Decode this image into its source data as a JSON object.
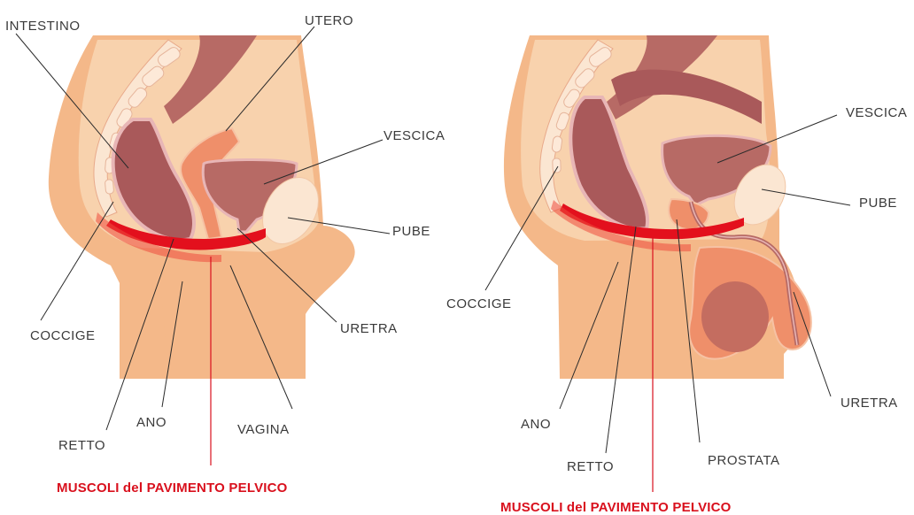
{
  "female": {
    "labels": {
      "intestino": "INTESTINO",
      "utero": "UTERO",
      "vescica": "VESCICA",
      "pube": "PUBE",
      "coccige": "COCCIGE",
      "uretra": "URETRA",
      "ano": "ANO",
      "vagina": "VAGINA",
      "retto": "RETTO",
      "muscoli": "MUSCOLI del PAVIMENTO PELVICO"
    }
  },
  "male": {
    "labels": {
      "vescica": "VESCICA",
      "pube": "PUBE",
      "coccige": "COCCIGE",
      "uretra": "URETRA",
      "ano": "ANO",
      "prostata": "PROSTATA",
      "retto": "RETTO",
      "muscoli": "MUSCOLI del PAVIMENTO PELVICO"
    }
  },
  "colors": {
    "skin": "#f4b889",
    "skin_light": "#f8d2ad",
    "skin_dark": "#ef9d68",
    "organ": "#b76a65",
    "organ_dark": "#9b4a48",
    "organ_pink": "#e8b6b6",
    "bone": "#fbe6d2",
    "muscle_red": "#e3101d",
    "label_red": "#d9101d",
    "text": "#3a3a3a"
  }
}
